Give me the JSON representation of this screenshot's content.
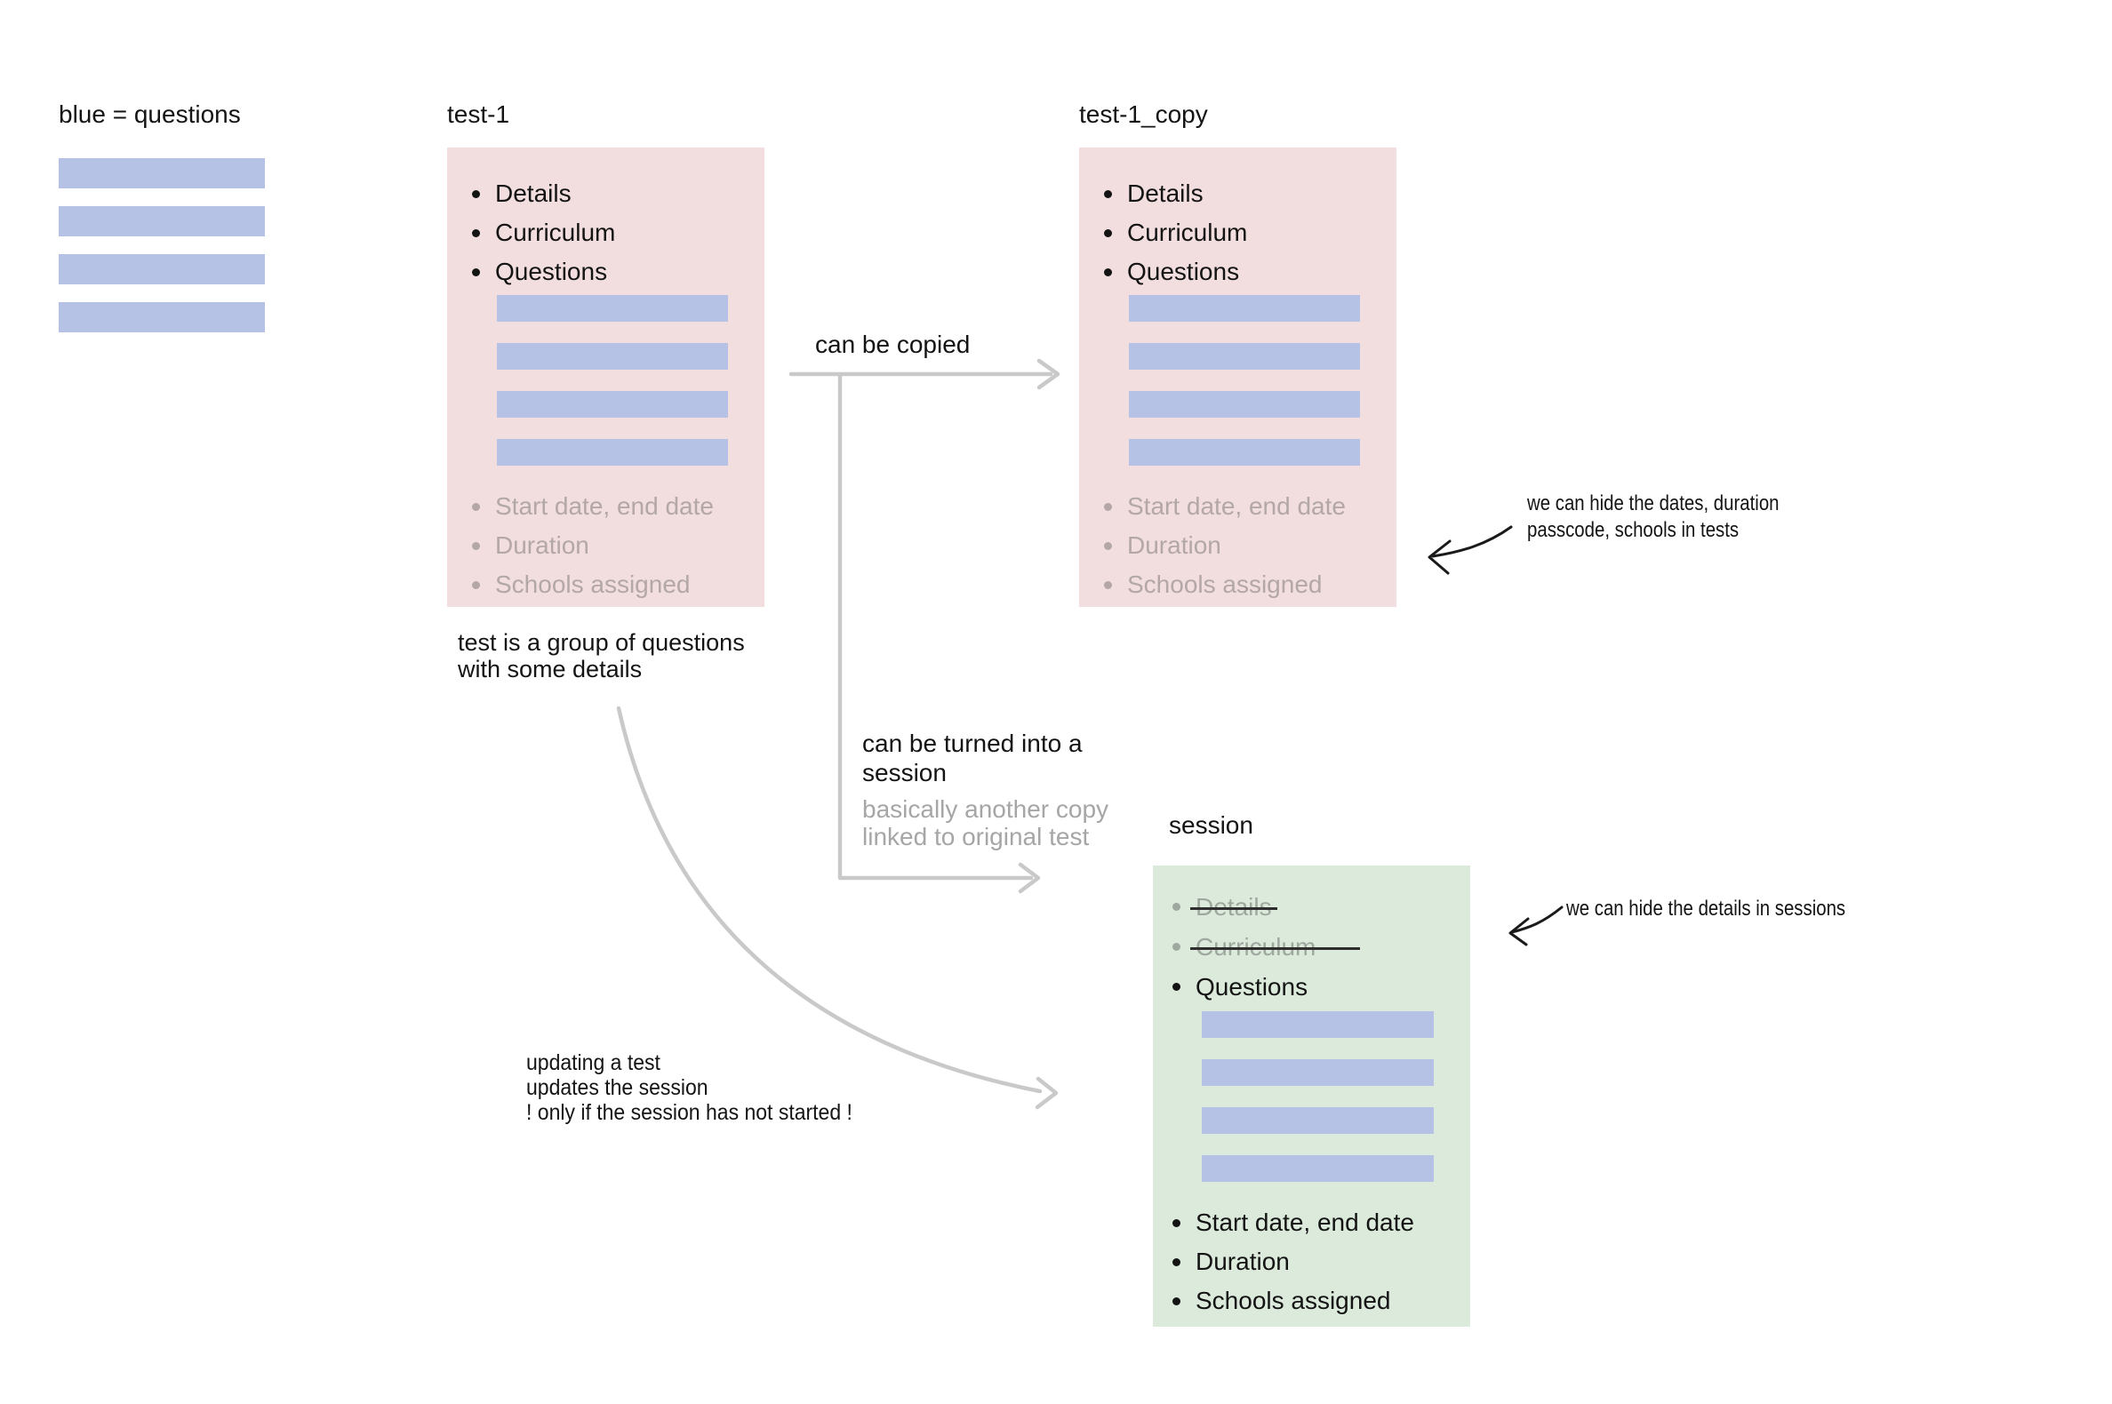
{
  "colors": {
    "bar_blue": "#b6c1e6",
    "box_pink": "#f2dede",
    "box_green": "#dbeadb",
    "text_black": "#141414",
    "gray_warm": "#b3a7a7",
    "gray_plain": "#a6a6a6",
    "gray_green": "#9fa89f",
    "arrow_gray": "#c9c9c9",
    "arrow_black": "#1a1a1a",
    "strike": "#2e2e2e"
  },
  "legend": {
    "label": "blue = questions",
    "bar_count": 4
  },
  "test1": {
    "title": "test-1",
    "items_visible": [
      "Details",
      "Curriculum",
      "Questions"
    ],
    "items_hidden": [
      "Start date, end date",
      "Duration",
      "Schools assigned"
    ],
    "question_bar_count": 4
  },
  "test1_copy": {
    "title": "test-1_copy",
    "items_visible": [
      "Details",
      "Curriculum",
      "Questions"
    ],
    "items_hidden": [
      "Start date, end date",
      "Duration",
      "Schools assigned"
    ],
    "question_bar_count": 4
  },
  "session": {
    "title": "session",
    "items_struck": [
      "Details",
      "Curriculum"
    ],
    "items_visible": [
      "Questions"
    ],
    "items_details": [
      "Start date, end date",
      "Duration",
      "Schools assigned"
    ],
    "question_bar_count": 4
  },
  "annotations": {
    "can_be_copied": "can be copied",
    "turned_line1": "can be turned into a",
    "turned_line2": "session",
    "turned_sub1": "basically another copy",
    "turned_sub2": "linked to original test",
    "test_group_line1": "test is a group of questions",
    "test_group_line2": "with some details",
    "hide_dates_line1": "we can hide the dates, duration",
    "hide_dates_line2": "passcode, schools in tests",
    "hide_details": "we can hide the details in sessions",
    "updating_line1": "updating a test",
    "updating_line2": "updates the session",
    "updating_line3": "! only if the session has not started !"
  }
}
